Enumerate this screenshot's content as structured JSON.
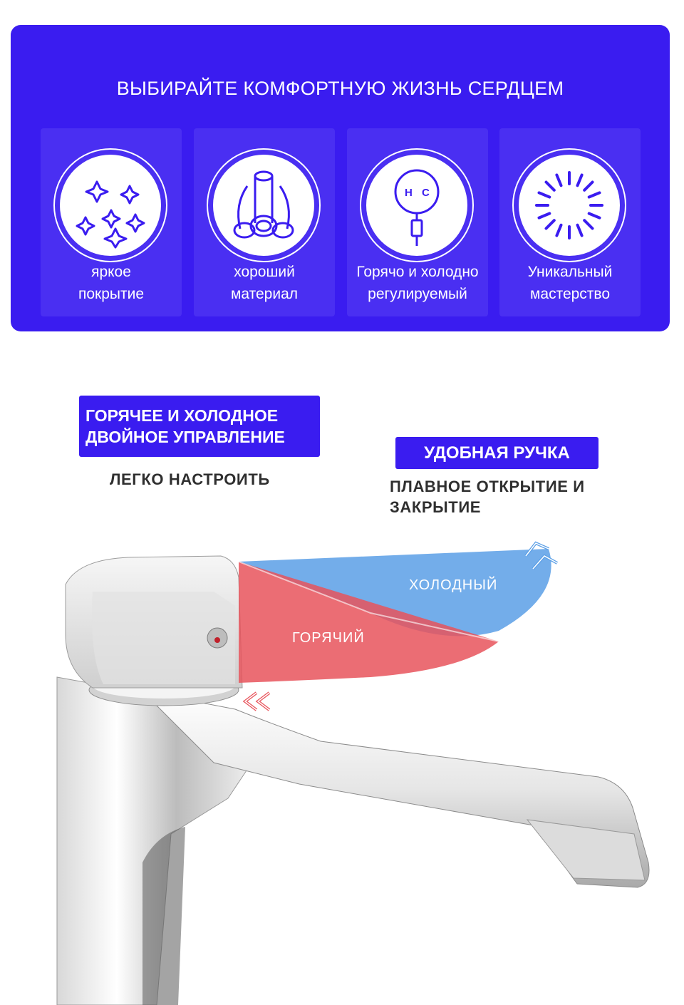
{
  "banner": {
    "title": "ВЫБИРАЙТЕ КОМФОРТНУЮ ЖИЗНЬ СЕРДЦЕМ",
    "background_color": "#3a1cf0",
    "features": [
      {
        "icon": "sparkles-icon",
        "line1": "яркое",
        "line2": "покрытие"
      },
      {
        "icon": "pipes-icon",
        "line1": "хороший",
        "line2": "материал"
      },
      {
        "icon": "hot-cold-dial-icon",
        "line1": "Горячо и холодно",
        "line2": "регулируемый",
        "dial_h": "H",
        "dial_c": "C"
      },
      {
        "icon": "sunburst-icon",
        "line1": "Уникальный",
        "line2": "мастерство"
      }
    ]
  },
  "callouts": {
    "hotcold_line1": "ГОРЯЧЕЕ И ХОЛОДНОЕ",
    "hotcold_line2": "ДВОЙНОЕ УПРАВЛЕНИЕ",
    "easy": "ЛЕГКО НАСТРОИТЬ",
    "handle": "УДОБНАЯ РУЧКА",
    "smooth_line1": "ПЛАВНОЕ ОТКРЫТИЕ И",
    "smooth_line2": "ЗАКРЫТИЕ"
  },
  "diagram": {
    "cold_label": "ХОЛОДНЫЙ",
    "hot_label": "ГОРЯЧИЙ",
    "cold_color": "#5b9fe6",
    "hot_color": "#e8545c"
  }
}
